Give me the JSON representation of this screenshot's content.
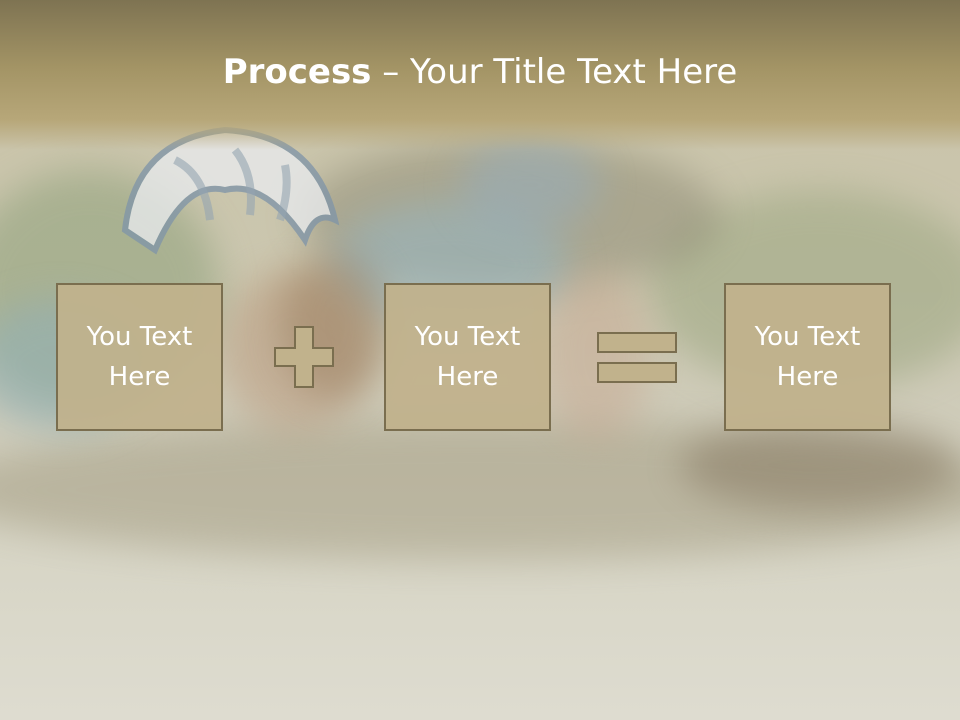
{
  "slide": {
    "title_bold": "Process",
    "title_rest": " – Your Title Text Here",
    "boxes": [
      {
        "line1": "You Text",
        "line2": "Here"
      },
      {
        "line1": "You Text",
        "line2": "Here"
      },
      {
        "line1": "You Text",
        "line2": "Here"
      }
    ],
    "operators": [
      "plus-icon",
      "equals-icon"
    ]
  },
  "colors": {
    "header": "#a39465",
    "box_fill": "#c1b28c",
    "box_border": "#7a6e4f",
    "text": "#ffffff"
  }
}
